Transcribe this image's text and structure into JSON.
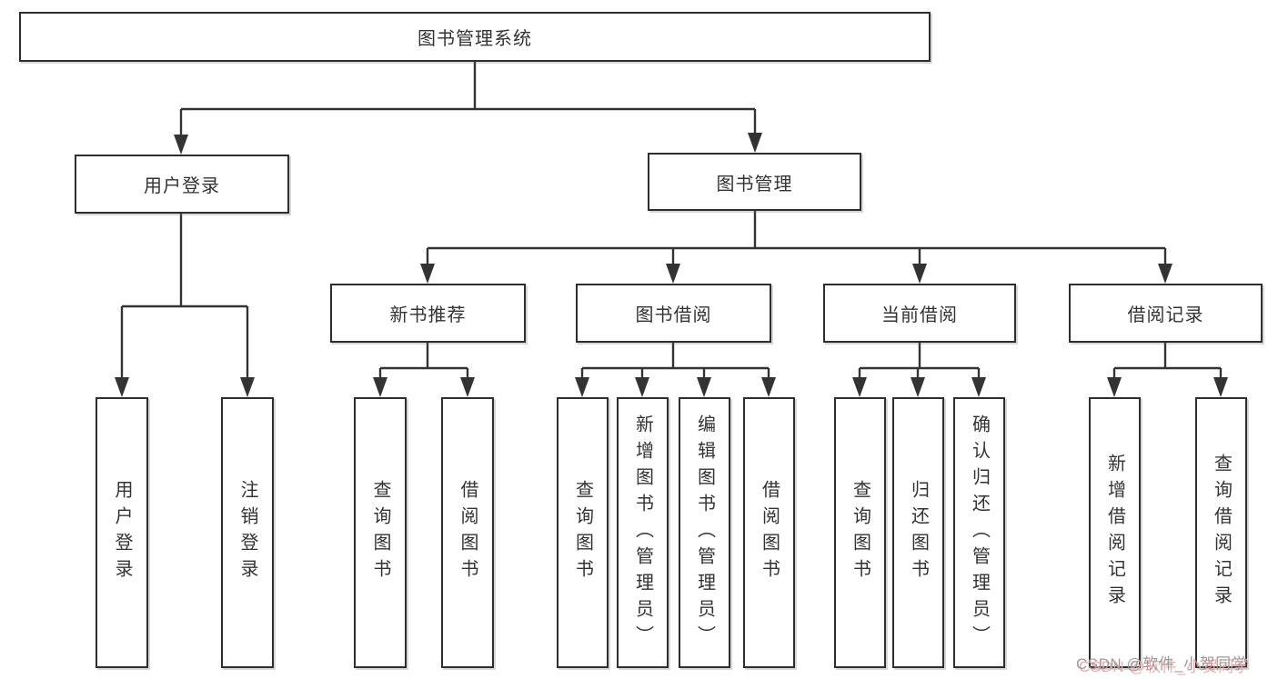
{
  "colors": {
    "line": "#333333",
    "box_border": "#2e2e2e",
    "box_fill": "#ffffff",
    "text": "#333333",
    "watermark_text": "#9c9c9c",
    "watermark_shadow": "#f0a8a8"
  },
  "diagram": {
    "root": {
      "label": "图书管理系统"
    },
    "level2": [
      {
        "label": "用户登录"
      },
      {
        "label": "图书管理"
      }
    ],
    "modules": [
      {
        "label": "新书推荐"
      },
      {
        "label": "图书借阅"
      },
      {
        "label": "当前借阅"
      },
      {
        "label": "借阅记录"
      }
    ],
    "leaves": {
      "user_login": [
        "用户登录",
        "注销登录"
      ],
      "new_book": [
        "查询图书",
        "借阅图书"
      ],
      "book_borrow": [
        "查询图书",
        "新增图书（管理员）",
        "编辑图书（管理员）",
        "借阅图书"
      ],
      "current_borrow": [
        "查询图书",
        "归还图书",
        "确认归还（管理员）"
      ],
      "borrow_record": [
        "新增借阅记录",
        "查询借阅记录"
      ]
    }
  },
  "watermark": {
    "label": "CSDN @软件_小贺同学"
  }
}
